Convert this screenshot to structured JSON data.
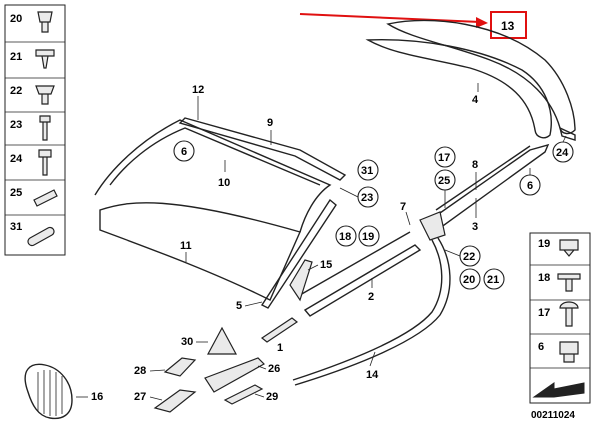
{
  "callouts": {
    "c1": "1",
    "c2": "2",
    "c3": "3",
    "c4": "4",
    "c5": "5",
    "c6a": "6",
    "c6b": "6",
    "c7": "7",
    "c8": "8",
    "c9": "9",
    "c10": "10",
    "c11": "11",
    "c12": "12",
    "c13": "13",
    "c14": "14",
    "c15": "15",
    "c16": "16",
    "c17": "17",
    "c18": "18",
    "c19": "19",
    "c20": "20",
    "c21": "21",
    "c22": "22",
    "c23": "23",
    "c24": "24",
    "c25": "25",
    "c26": "26",
    "c27": "27",
    "c28": "28",
    "c29": "29",
    "c30": "30",
    "c31": "31"
  },
  "left_legend": [
    "20",
    "21",
    "22",
    "23",
    "24",
    "25",
    "31"
  ],
  "right_legend": [
    "19",
    "18",
    "17",
    "6"
  ],
  "drawing_number": "00211024",
  "highlight": {
    "part": "13",
    "color": "#e01010"
  }
}
